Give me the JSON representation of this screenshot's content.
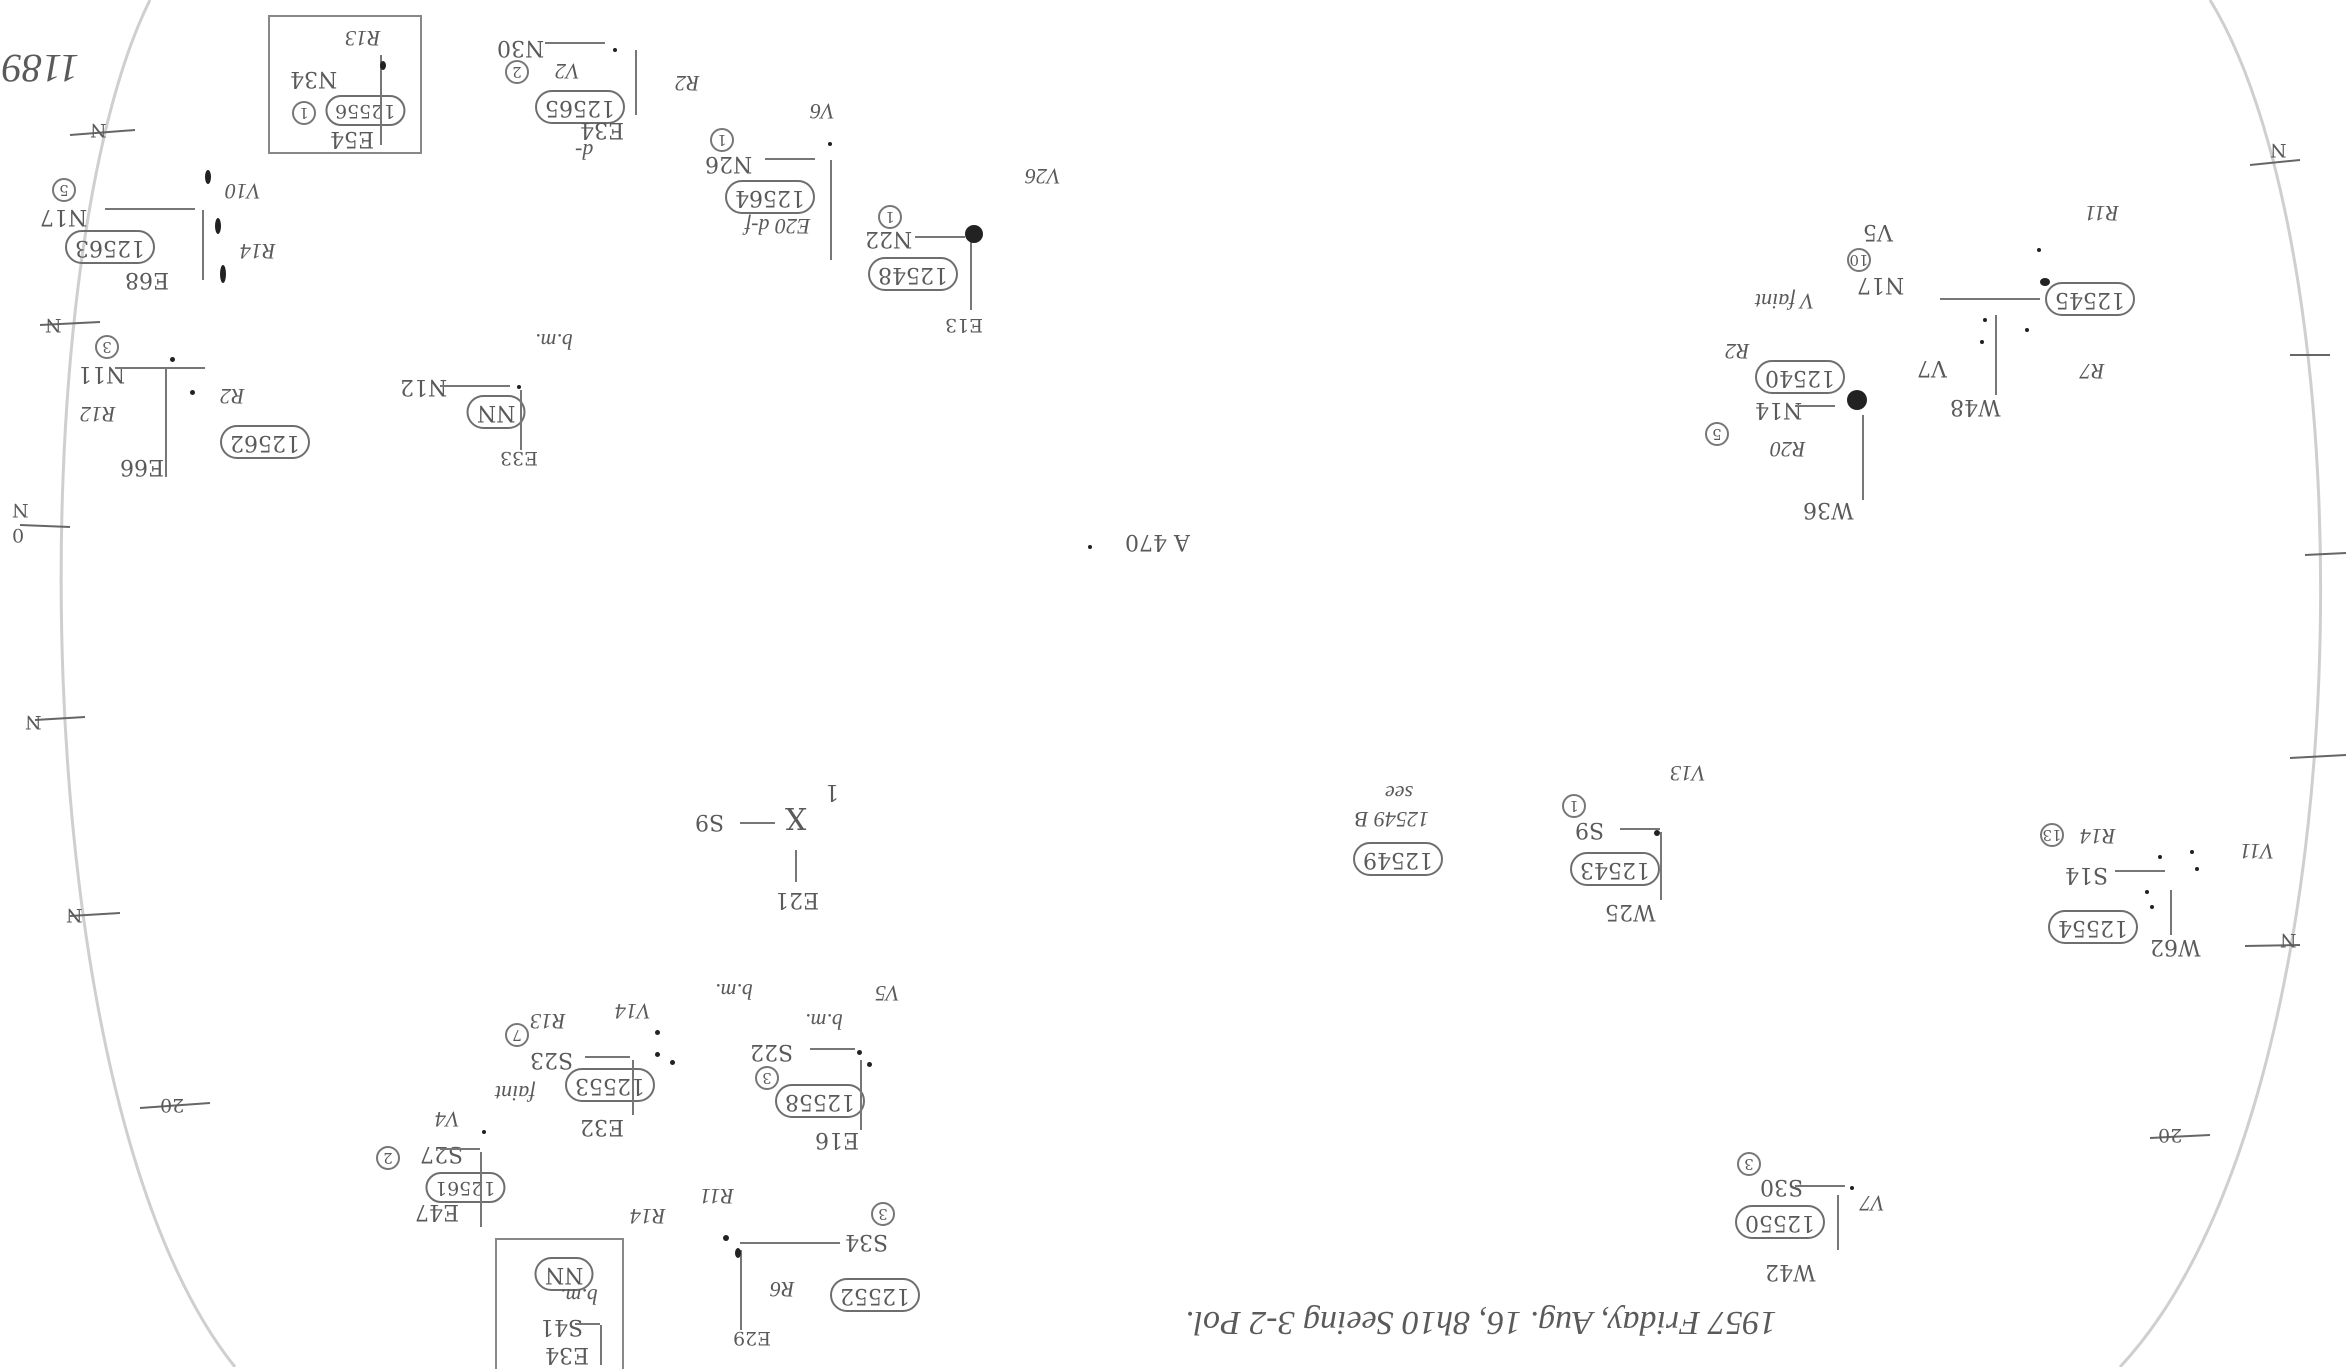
{
  "page_number": "1189",
  "footer_note": "1957 Friday, Aug. 16, 8h10 Seeing 3-2 Pol.",
  "center_mark": "A 470",
  "scale_ticks": {
    "left": [
      "N",
      "N",
      "N",
      "0",
      "N",
      "N"
    ],
    "left_edge": [
      "N",
      "N",
      "N",
      "N",
      "20"
    ],
    "right": [
      "N",
      "N",
      "20"
    ]
  },
  "groups": [
    {
      "id": "g12563",
      "number": "12563",
      "circled": "5",
      "labels": [
        "V10",
        "N17",
        "E68",
        "R14"
      ]
    },
    {
      "id": "g12562",
      "number": "12562",
      "circled": "3",
      "labels": [
        "N11",
        "R2",
        "R12",
        "E66"
      ]
    },
    {
      "id": "g12556",
      "number": "12556",
      "circled": "1",
      "labels": [
        "R13",
        "N34",
        "E54"
      ]
    },
    {
      "id": "g12565",
      "number": "12565",
      "circled": "2",
      "labels": [
        "N30",
        "V2",
        "R2",
        "E34",
        "d-"
      ]
    },
    {
      "id": "g12564",
      "number": "12564",
      "circled": "1",
      "labels": [
        "V6",
        "N26",
        "E20 d-f"
      ]
    },
    {
      "id": "g12548",
      "number": "12548",
      "circled": "1",
      "labels": [
        "V26",
        "N22",
        "E13"
      ]
    },
    {
      "id": "gNN1",
      "number": "NN",
      "circled": "",
      "labels": [
        "b.m.",
        "N12",
        "E33"
      ]
    },
    {
      "id": "g12545",
      "number": "12545",
      "circled": "10",
      "labels": [
        "V5",
        "R11",
        "N17",
        "V faint",
        "V7",
        "R7",
        "W48"
      ]
    },
    {
      "id": "g12540",
      "number": "12540",
      "circled": "5",
      "labels": [
        "R2",
        "N14",
        "R20",
        "W36"
      ]
    },
    {
      "id": "gX",
      "number": "X",
      "circled": "",
      "labels": [
        "1",
        "S9",
        "E21"
      ]
    },
    {
      "id": "g12549",
      "number": "12549",
      "circled": "",
      "labels": [
        "see",
        "12549 B",
        "12549"
      ]
    },
    {
      "id": "g12543",
      "number": "12543",
      "circled": "1",
      "labels": [
        "V13",
        "S9",
        "W25"
      ]
    },
    {
      "id": "g12554",
      "number": "12554",
      "circled": "13",
      "labels": [
        "R14",
        "S14",
        "V11",
        "W62"
      ]
    },
    {
      "id": "g12558",
      "number": "12558",
      "circled": "3",
      "labels": [
        "V5",
        "b.m.",
        "S22",
        "E16"
      ]
    },
    {
      "id": "g12553",
      "number": "12553",
      "circled": "7",
      "labels": [
        "R13",
        "V14",
        "b.m.",
        "S23",
        "faint",
        "E32"
      ]
    },
    {
      "id": "g12561",
      "number": "12561",
      "circled": "2",
      "labels": [
        "V4",
        "S27",
        "E47"
      ]
    },
    {
      "id": "g12552",
      "number": "12552",
      "circled": "3",
      "labels": [
        "R11",
        "R14",
        "S34",
        "R6",
        "E29"
      ]
    },
    {
      "id": "gNN2",
      "number": "NN",
      "circled": "",
      "labels": [
        "b.m.",
        "S41",
        "E34"
      ]
    },
    {
      "id": "g12550",
      "number": "12550",
      "circled": "3",
      "labels": [
        "S30",
        "V7",
        "W42"
      ]
    }
  ]
}
